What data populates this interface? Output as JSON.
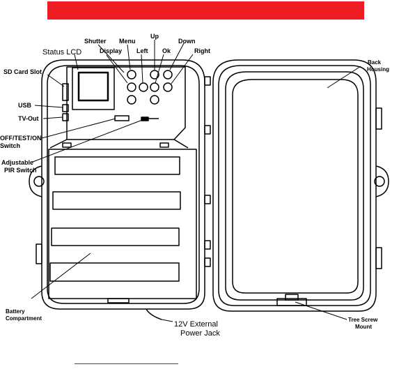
{
  "banner": {
    "color": "#ee1c25"
  },
  "labels": {
    "status_lcd": "Status LCD",
    "shutter": "Shutter",
    "menu": "Menu",
    "up": "Up",
    "down": "Down",
    "display": "Display",
    "left": "Left",
    "ok": "Ok",
    "right": "Right",
    "sd_card_slot": "SD Card Slot",
    "usb": "USB",
    "tv_out": "TV-Out",
    "off_test_on_1": "OFF/TEST/ON",
    "off_test_on_2": "Switch",
    "adjustable_pir_1": "Adjustable",
    "adjustable_pir_2": "PIR Switch",
    "back_housing_1": "Back",
    "back_housing_2": "Housing",
    "battery_1": "Battery",
    "battery_2": "Compartment",
    "power_jack_1": "12V External",
    "power_jack_2": "Power Jack",
    "tree_screw_1": "Tree Screw",
    "tree_screw_2": "Mount"
  },
  "link": {
    "color": "#2a3bd6"
  }
}
